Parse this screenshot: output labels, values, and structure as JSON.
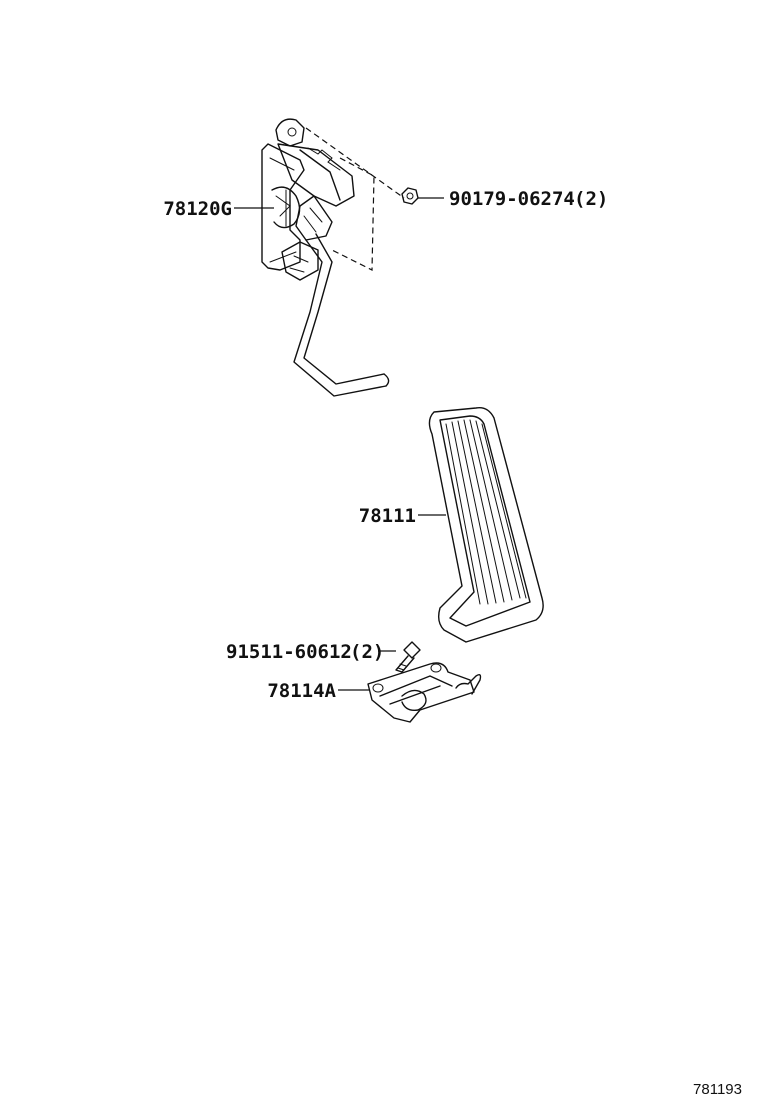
{
  "callouts": {
    "pedal_assembly": "78120G",
    "nut": "90179-06274",
    "nut_qty": "(2)",
    "pedal_pad": "78111",
    "bolt": "91511-60612",
    "bolt_qty": "(2)",
    "bracket": "78114A"
  },
  "figure_code": "781193",
  "colors": {
    "line": "#111111",
    "background": "#ffffff"
  }
}
